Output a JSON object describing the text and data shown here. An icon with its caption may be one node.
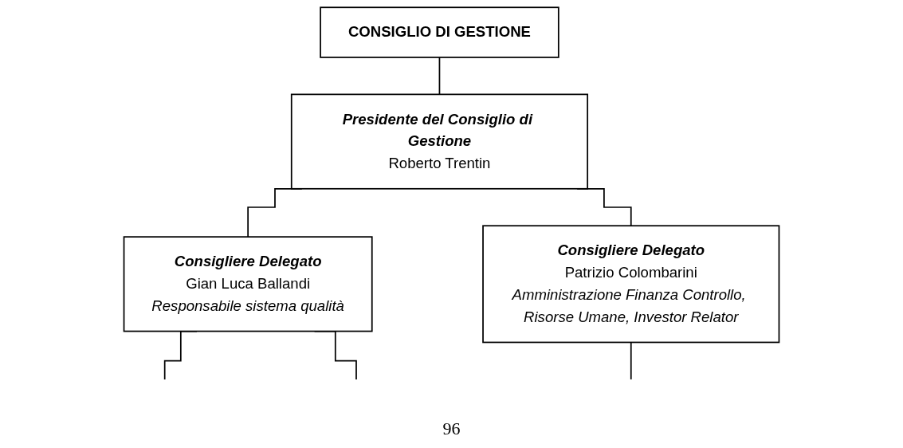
{
  "diagram": {
    "nodes": [
      {
        "text": [
          "CONSIGLIO DI GESTIONE"
        ]
      },
      {
        "text": [
          "Presidente del Consiglio di Gestione",
          "Roberto Trentin"
        ]
      },
      {
        "text": [
          "Consigliere Delegato",
          "Gian Luca Ballandi",
          "Responsabile sistema qualità"
        ]
      },
      {
        "text": [
          "Consigliere Delegato",
          "Patrizio Colombarini",
          "Amministrazione Finanza Controllo, Risorse Umane, Investor Relator"
        ]
      }
    ],
    "edges": [
      {
        "from": 0,
        "to": 1,
        "arrow": "none"
      },
      {
        "from": 1,
        "to": 2,
        "arrow": "none"
      },
      {
        "from": 1,
        "to": 3,
        "arrow": "none"
      },
      {
        "from": 2,
        "to": null,
        "arrow": "none"
      },
      {
        "from": 2,
        "to": null,
        "arrow": "none"
      },
      {
        "from": 3,
        "to": null,
        "arrow": "none"
      }
    ],
    "labels": [
      "96"
    ]
  }
}
